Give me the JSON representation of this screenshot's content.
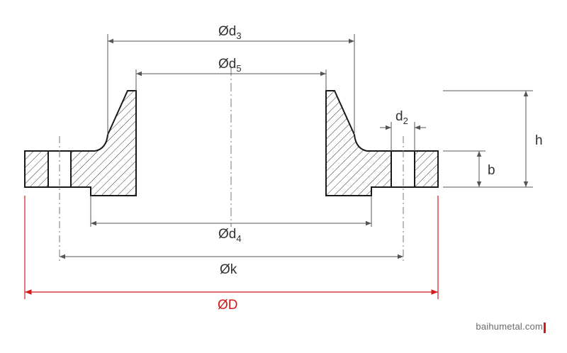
{
  "labels": {
    "d3": {
      "symbol": "Ød",
      "sub": "3"
    },
    "d5": {
      "symbol": "Ød",
      "sub": "5"
    },
    "d2": {
      "symbol": "d",
      "sub": "2"
    },
    "h": "h",
    "b": "b",
    "d4": {
      "symbol": "Ød",
      "sub": "4"
    },
    "k": "Øk",
    "D": "ØD"
  },
  "colors": {
    "line": "#1a1a1a",
    "dimension": "#555555",
    "highlight": "#d31a1a",
    "hatch": "#333333"
  },
  "watermark": "baihumetal.com"
}
